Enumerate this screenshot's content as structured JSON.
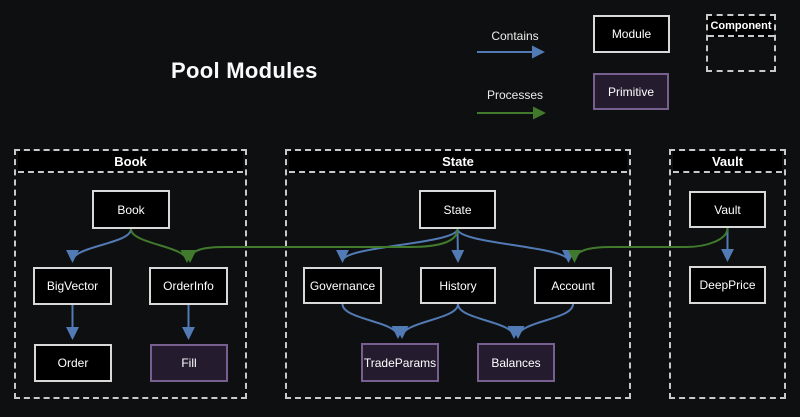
{
  "title": "Pool Modules",
  "legend": {
    "contains_label": "Contains",
    "processes_label": "Processes",
    "module_label": "Module",
    "primitive_label": "Primitive",
    "component_label": "Component"
  },
  "colors": {
    "background": "#0e0f10",
    "module_fill": "#000000",
    "module_border": "#d9d9d9",
    "primitive_fill": "#241b2e",
    "primitive_border": "#77608f",
    "contains_arrow": "#527ab5",
    "processes_arrow": "#417a2d",
    "container_dashed_border": "#c9c9c9",
    "text": "#ffffff"
  },
  "diagram": {
    "containers": {
      "book": {
        "title": "Book"
      },
      "state": {
        "title": "State"
      },
      "vault": {
        "title": "Vault"
      }
    },
    "nodes": {
      "book": {
        "label": "Book",
        "type": "module"
      },
      "bigvector": {
        "label": "BigVector",
        "type": "module"
      },
      "orderinfo": {
        "label": "OrderInfo",
        "type": "module"
      },
      "order": {
        "label": "Order",
        "type": "module"
      },
      "fill": {
        "label": "Fill",
        "type": "primitive"
      },
      "state": {
        "label": "State",
        "type": "module"
      },
      "governance": {
        "label": "Governance",
        "type": "module"
      },
      "history": {
        "label": "History",
        "type": "module"
      },
      "account": {
        "label": "Account",
        "type": "module"
      },
      "tradeparams": {
        "label": "TradeParams",
        "type": "primitive"
      },
      "balances": {
        "label": "Balances",
        "type": "primitive"
      },
      "vault": {
        "label": "Vault",
        "type": "module"
      },
      "deepprice": {
        "label": "DeepPrice",
        "type": "module"
      }
    },
    "edges": [
      {
        "from": "book",
        "to": "bigvector",
        "relation": "contains"
      },
      {
        "from": "book",
        "to": "orderinfo",
        "relation": "processes"
      },
      {
        "from": "bigvector",
        "to": "order",
        "relation": "contains"
      },
      {
        "from": "orderinfo",
        "to": "fill",
        "relation": "contains"
      },
      {
        "from": "state",
        "to": "governance",
        "relation": "contains"
      },
      {
        "from": "state",
        "to": "history",
        "relation": "contains"
      },
      {
        "from": "state",
        "to": "account",
        "relation": "contains"
      },
      {
        "from": "state",
        "to": "orderinfo",
        "relation": "processes"
      },
      {
        "from": "governance",
        "to": "tradeparams",
        "relation": "contains"
      },
      {
        "from": "history",
        "to": "tradeparams",
        "relation": "contains"
      },
      {
        "from": "history",
        "to": "balances",
        "relation": "contains"
      },
      {
        "from": "account",
        "to": "balances",
        "relation": "contains"
      },
      {
        "from": "vault",
        "to": "deepprice",
        "relation": "contains"
      },
      {
        "from": "vault",
        "to": "account",
        "relation": "processes"
      }
    ]
  }
}
